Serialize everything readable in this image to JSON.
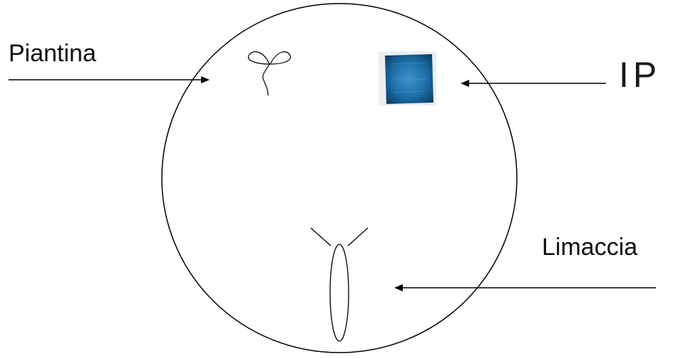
{
  "labels": {
    "plant": "Piantina",
    "slug": "Limaccia",
    "partial_right": "IP"
  },
  "colors": {
    "stroke": "#000000",
    "text": "#111111",
    "square_dark": "#0b3f66",
    "square_mid": "#1d6fa8",
    "square_light": "#3f93c9"
  }
}
